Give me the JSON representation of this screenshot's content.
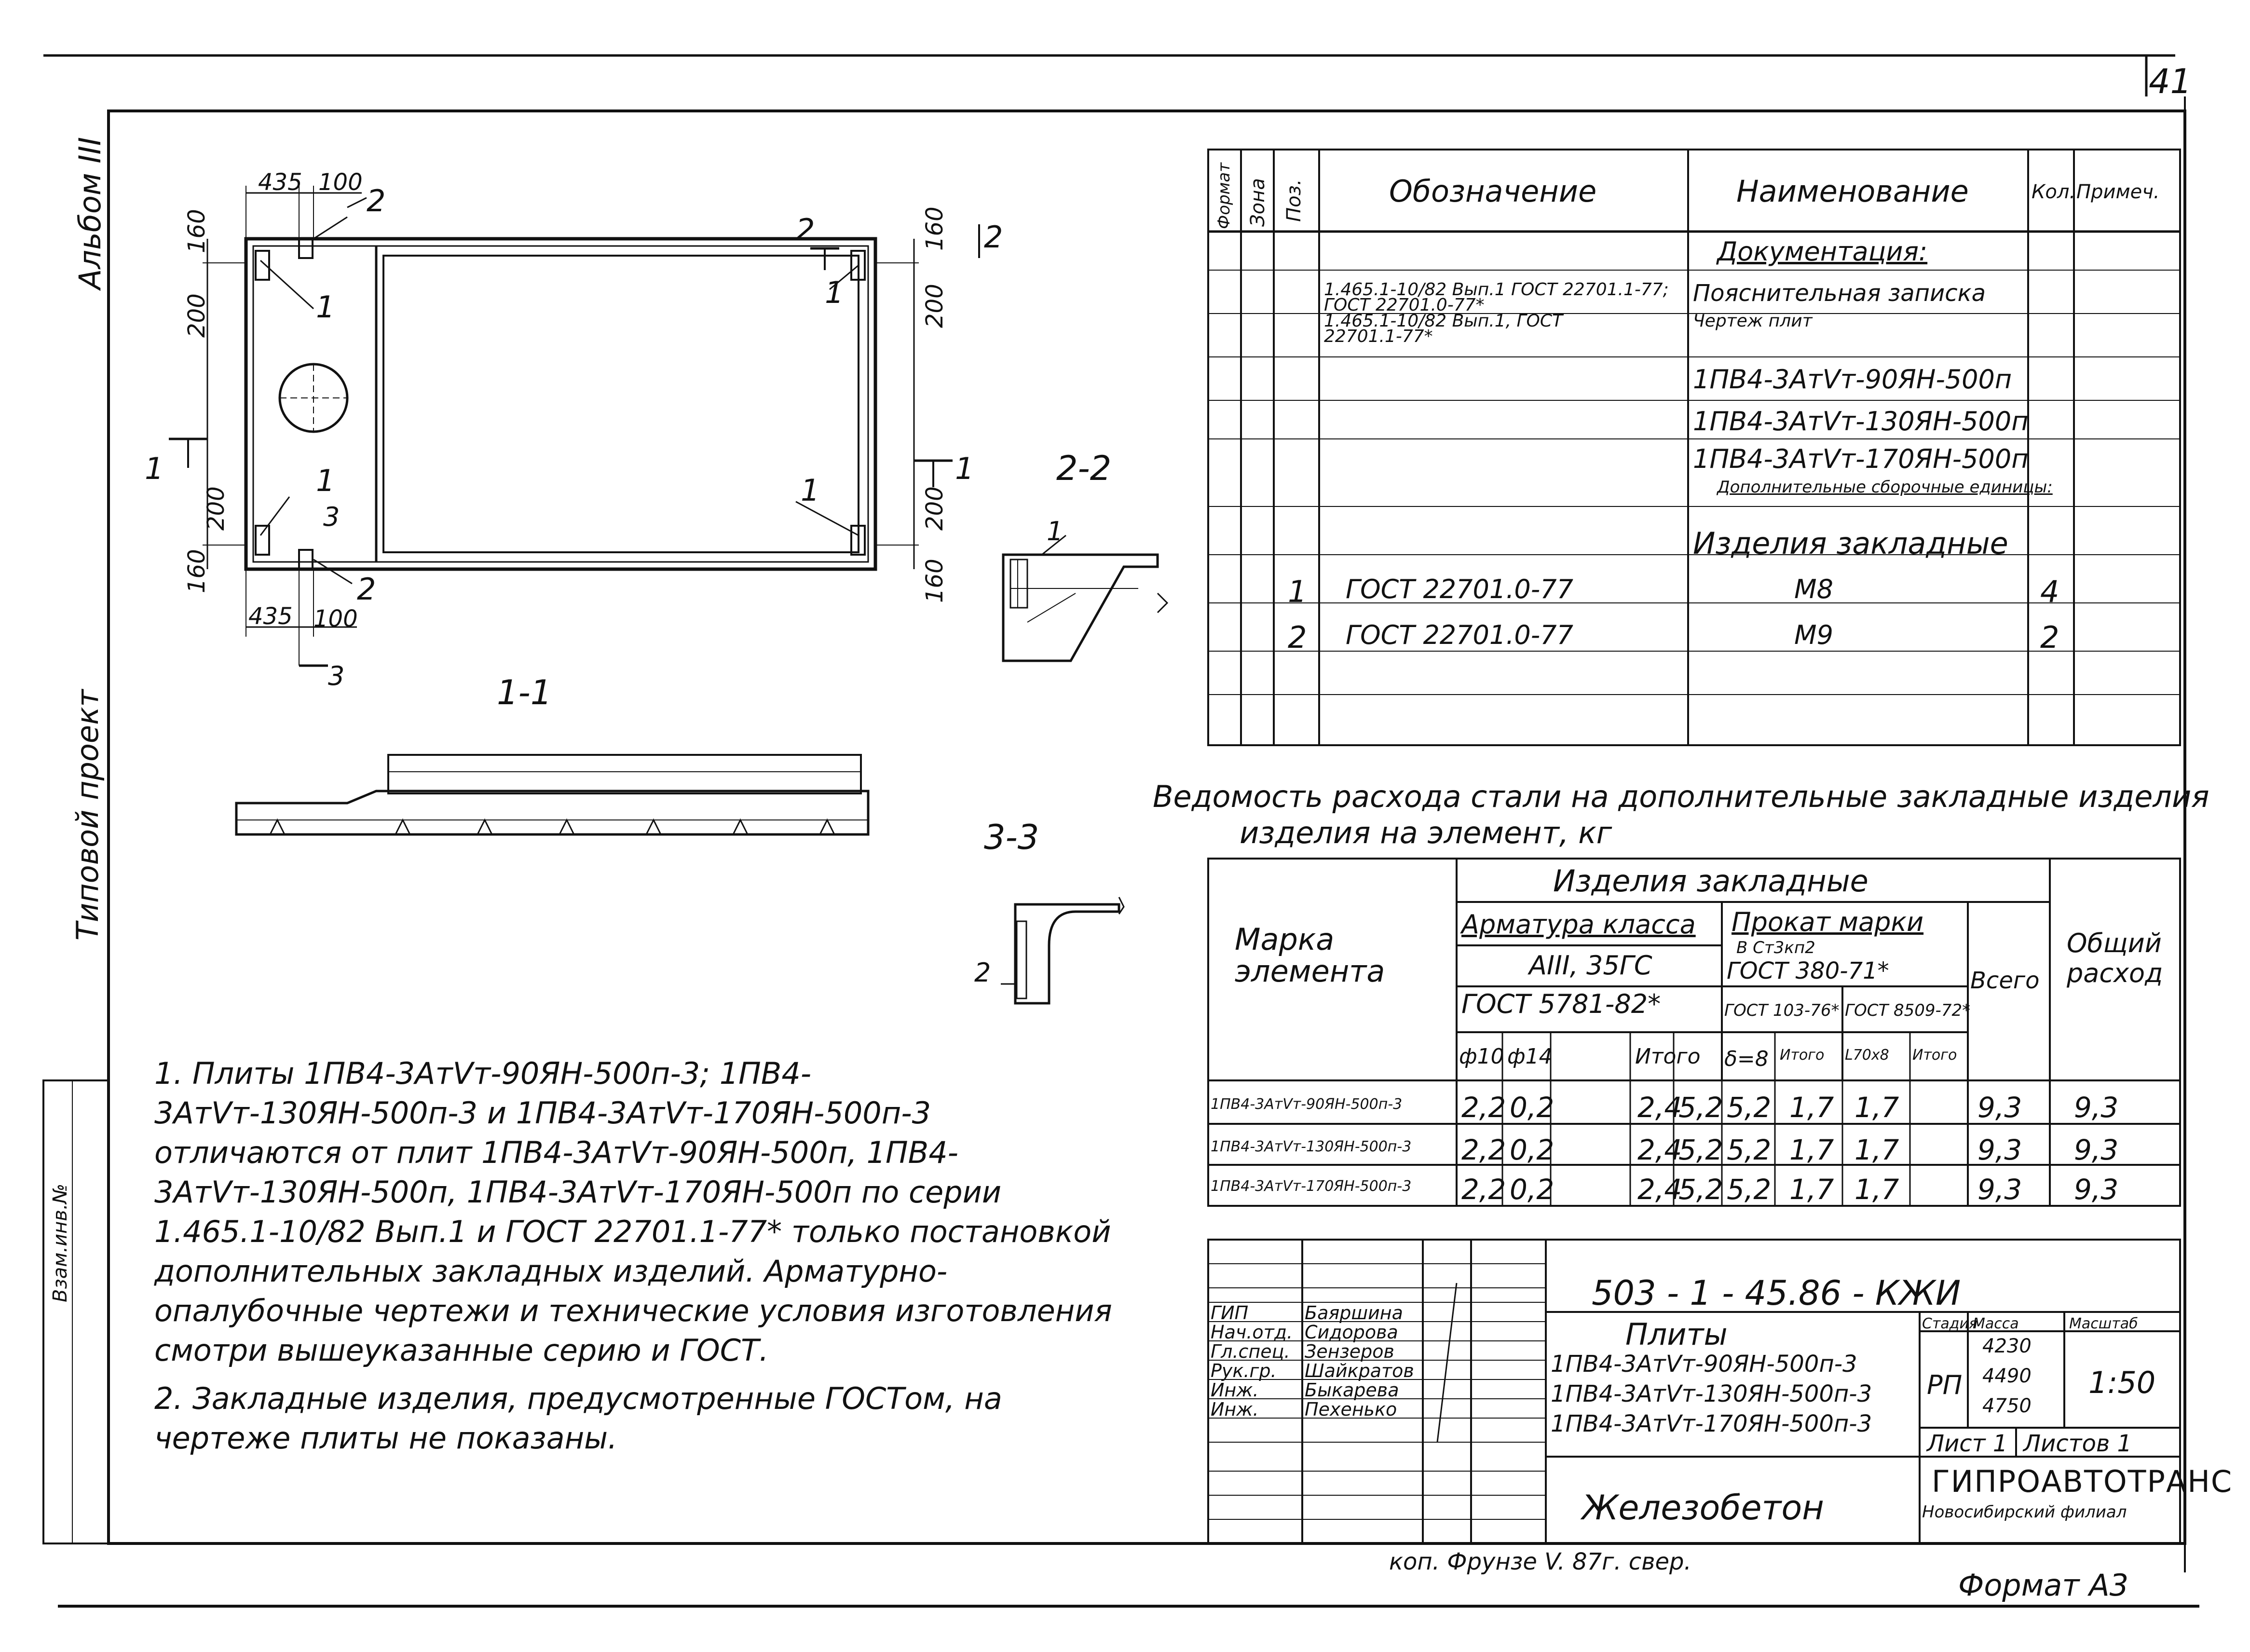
{
  "page": {
    "number": "41",
    "side_album": "Альбом III",
    "side_project": "Типовой проект",
    "format": "Формат А3",
    "copy_note": "коп. Фрунзе V. 87г. свер."
  },
  "spec": {
    "headers": [
      "Формат",
      "Зона",
      "Поз.",
      "Обозначение",
      "Наименование",
      "Кол.",
      "Примеч."
    ],
    "rows": [
      {
        "pos": "",
        "oboz": "",
        "name": "Документация:",
        "qty": ""
      },
      {
        "pos": "",
        "oboz": "1.465.1-10/82 Вып.1 ГОСТ 22701.1-77;",
        "name": "Пояснительная записка",
        "qty": ""
      },
      {
        "pos": "",
        "oboz": "ГОСТ 22701.0-77*",
        "name": "",
        "qty": ""
      },
      {
        "pos": "",
        "oboz": "1.465.1-10/82 Вып.1, ГОСТ",
        "name": "Чертеж плит",
        "qty": ""
      },
      {
        "pos": "",
        "oboz": "22701.1-77*",
        "name": "",
        "qty": ""
      },
      {
        "pos": "",
        "oboz": "",
        "name": "1ПВ4-3АтVт-90ЯН-500п",
        "qty": ""
      },
      {
        "pos": "",
        "oboz": "",
        "name": "1ПВ4-3АтVт-130ЯН-500п",
        "qty": ""
      },
      {
        "pos": "",
        "oboz": "",
        "name": "1ПВ4-3АтVт-170ЯН-500п",
        "qty": ""
      },
      {
        "pos": "",
        "oboz": "",
        "name": "Дополнительные сборочные единицы:",
        "qty": ""
      },
      {
        "pos": "",
        "oboz": "",
        "name": "Изделия закладные",
        "qty": ""
      },
      {
        "pos": "1",
        "oboz": "ГОСТ 22701.0-77",
        "name": "М8",
        "qty": "4"
      },
      {
        "pos": "2",
        "oboz": "ГОСТ 22701.0-77",
        "name": "М9",
        "qty": "2"
      }
    ]
  },
  "steel": {
    "title_line1": "Ведомость расхода стали на дополнительные закладные изделия",
    "title_line2": "изделия на элемент, кг",
    "h_element": "Марка элемента",
    "h_embedded": "Изделия закладные",
    "h_armatura": "Арматура класса",
    "h_armatura_cls": "АIII, 35ГС",
    "h_armatura_gost": "ГОСТ 5781-82*",
    "h_prokat": "Прокат марки",
    "h_prokat_mark": "В Ст3кп2",
    "h_prokat_gost": "ГОСТ 380-71*",
    "h_gost103": "ГОСТ 103-76*",
    "h_gost8509": "ГОСТ 8509-72*",
    "h_total": "Всего",
    "h_overall": "Общий расход",
    "cols": [
      "ф10",
      "ф14",
      "Итого",
      "δ=8",
      "Итого",
      "L70х8",
      "Итого"
    ],
    "rows": [
      {
        "mark": "1ПВ4-3АтVт-90ЯН-500п-3",
        "v": [
          "2,2",
          "0,2",
          "2,4",
          "5,2",
          "5,2",
          "1,7",
          "1,7",
          "9,3",
          "9,3"
        ]
      },
      {
        "mark": "1ПВ4-3АтVт-130ЯН-500п-3",
        "v": [
          "2,2",
          "0,2",
          "2,4",
          "5,2",
          "5,2",
          "1,7",
          "1,7",
          "9,3",
          "9,3"
        ]
      },
      {
        "mark": "1ПВ4-3АтVт-170ЯН-500п-3",
        "v": [
          "2,2",
          "0,2",
          "2,4",
          "5,2",
          "5,2",
          "1,7",
          "1,7",
          "9,3",
          "9,3"
        ]
      }
    ]
  },
  "drawing": {
    "dims_top": [
      "435",
      "100"
    ],
    "dims_bottom": [
      "435",
      "100"
    ],
    "dims_left": [
      "160",
      "200",
      "200",
      "160"
    ],
    "dims_right": [
      "160",
      "200",
      "200",
      "160"
    ],
    "callouts": [
      "1",
      "2",
      "3"
    ],
    "section_1_1": "1-1",
    "section_2_2": "2-2",
    "section_3_3": "3-3"
  },
  "notes": [
    "1. Плиты 1ПВ4-3АтVт-90ЯН-500п-3; 1ПВ4-3АтVт-130ЯН-500п-3 и 1ПВ4-3АтVт-170ЯН-500п-3 отличаются от плит 1ПВ4-3АтVт-90ЯН-500п, 1ПВ4-3АтVт-130ЯН-500п, 1ПВ4-3АтVт-170ЯН-500п по серии 1.465.1-10/82 Вып.1 и ГОСТ 22701.1-77* только постановкой дополнительных закладных изделий. Арматурно-опалубочные чертежи и технические условия изготовления смотри вышеуказанные серию и ГОСТ.",
    "2. Закладные изделия, предусмотренные ГОСТом, на чертеже плиты не показаны."
  ],
  "stamp": {
    "code": "503 - 1 - 45.86 - КЖИ",
    "title": "Плиты",
    "items": [
      "1ПВ4-3АтVт-90ЯН-500п-3",
      "1ПВ4-3АтVт-130ЯН-500п-3",
      "1ПВ4-3АтVт-170ЯН-500п-3"
    ],
    "material": "Железобетон",
    "roles": [
      "ГИП",
      "Нач.отд.",
      "Гл.спец.",
      "Рук.гр.",
      "Инж.",
      "Инж."
    ],
    "names": [
      "Баяршина",
      "Сидорова",
      "Зензеров",
      "Шайкратов",
      "Быкарева",
      "Пехенько"
    ],
    "stage_label": "Стадия",
    "mass_label": "Масса",
    "scale_label": "Масштаб",
    "stage": "РП",
    "masses": [
      "4230",
      "4490",
      "4750"
    ],
    "scale": "1:50",
    "sheet_label": "Лист 1",
    "sheets_label": "Листов 1",
    "org": "ГИПРОАВТОТРАНС",
    "branch": "Новосибирский филиал",
    "inv": "Взам.инв.№"
  }
}
